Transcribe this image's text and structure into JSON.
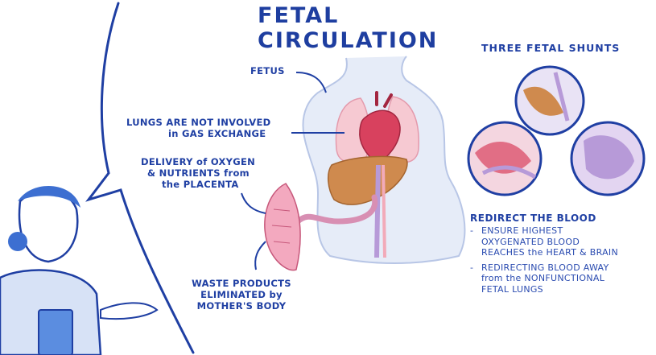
{
  "title": "FETAL CIRCULATION",
  "labels": {
    "fetus": "FETUS",
    "lungs_line1": "LUNGS ARE NOT INVOLVED",
    "lungs_line2": "in GAS EXCHANGE",
    "delivery_line1": "DELIVERY of OXYGEN",
    "delivery_line2": "& NUTRIENTS from",
    "delivery_line3": "the PLACENTA",
    "waste_line1": "WASTE PRODUCTS",
    "waste_line2": "ELIMINATED by",
    "waste_line3": "MOTHER'S BODY"
  },
  "shunts": {
    "heading": "THREE FETAL SHUNTS"
  },
  "redirect": {
    "heading": "REDIRECT THE BLOOD",
    "items": [
      {
        "dash": "-",
        "line1": "ENSURE HIGHEST",
        "line2": "OXYGENATED BLOOD",
        "line3": "REACHES the HEART & BRAIN"
      },
      {
        "dash": "-",
        "line1": "REDIRECTING BLOOD AWAY",
        "line2": "from the NONFUNCTIONAL",
        "line3": "FETAL LUNGS"
      }
    ]
  },
  "colors": {
    "ink": "#1f3fa3",
    "lung_pink": "#f6c9d2",
    "heart_red": "#d8415e",
    "liver_brown": "#cf8a4e",
    "vessel_purple": "#b79ad8",
    "skin": "#e3eaf7"
  },
  "icons": [
    "fetus-outline",
    "heart",
    "lungs",
    "liver",
    "placenta",
    "umbilical-cord",
    "presenter-figure",
    "speech-bubble"
  ]
}
